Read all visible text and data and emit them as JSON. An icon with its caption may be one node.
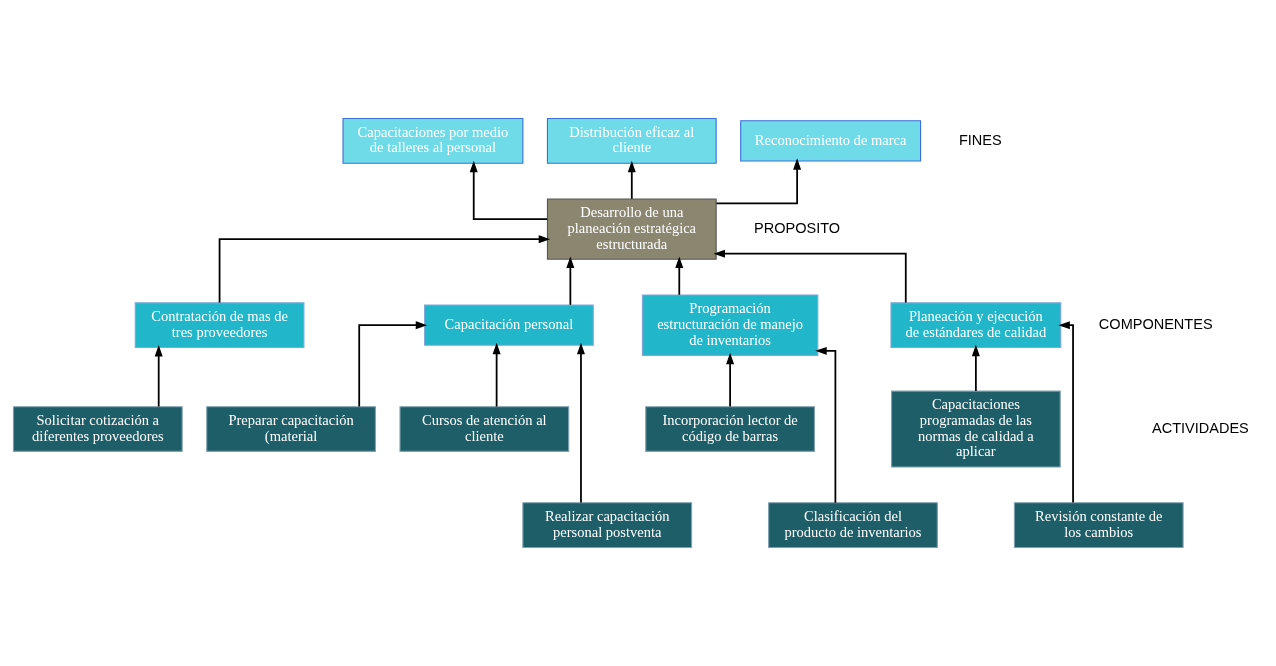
{
  "diagram": {
    "nodes": [
      {
        "text": [
          "Capacitaciones por medio de talleres al personal"
        ]
      },
      {
        "text": [
          "Distribución eficaz al cliente"
        ]
      },
      {
        "text": [
          "Reconocimiento de marca"
        ]
      },
      {
        "text": [
          "Desarrollo de una planeación estratégica estructurada"
        ]
      },
      {
        "text": [
          "Contratación de mas de tres proveedores"
        ]
      },
      {
        "text": [
          "Capacitación personal"
        ]
      },
      {
        "text": [
          "Programación estructuración de manejo de inventarios"
        ]
      },
      {
        "text": [
          "Planeación y ejecución de estándares de calidad"
        ]
      },
      {
        "text": [
          "Solicitar cotización a diferentes proveedores"
        ]
      },
      {
        "text": [
          "Preparar capacitación (material"
        ]
      },
      {
        "text": [
          "Cursos de atención al cliente"
        ]
      },
      {
        "text": [
          "Incorporación lector de código de barras"
        ]
      },
      {
        "text": [
          "Capacitaciones programadas de las normas de calidad a aplicar"
        ]
      },
      {
        "text": [
          "Realizar capacitación personal postventa"
        ]
      },
      {
        "text": [
          "Clasificación del producto de inventarios"
        ]
      },
      {
        "text": [
          "Revisión constante de los cambios"
        ]
      }
    ],
    "edges": [
      {
        "from": 3,
        "to": 0,
        "arrow": "to"
      },
      {
        "from": 3,
        "to": 1,
        "arrow": "to"
      },
      {
        "from": 3,
        "to": 2,
        "arrow": "to"
      },
      {
        "from": 4,
        "to": 3,
        "arrow": "to"
      },
      {
        "from": 5,
        "to": 3,
        "arrow": "to"
      },
      {
        "from": 6,
        "to": 3,
        "arrow": "to"
      },
      {
        "from": 7,
        "to": 3,
        "arrow": "to"
      },
      {
        "from": 8,
        "to": 4,
        "arrow": "to"
      },
      {
        "from": 9,
        "to": 5,
        "arrow": "to"
      },
      {
        "from": 13,
        "to": 5,
        "arrow": "to"
      },
      {
        "from": 10,
        "to": 5,
        "arrow": "to"
      },
      {
        "from": 14,
        "to": 6,
        "arrow": "to"
      },
      {
        "from": 11,
        "to": 6,
        "arrow": "to"
      },
      {
        "from": 12,
        "to": 7,
        "arrow": "to"
      },
      {
        "from": 15,
        "to": 7,
        "arrow": "to"
      }
    ],
    "labels": [
      "FINES",
      "PROPOSITO",
      "COMPONENTES",
      "ACTIVIDADES"
    ]
  }
}
